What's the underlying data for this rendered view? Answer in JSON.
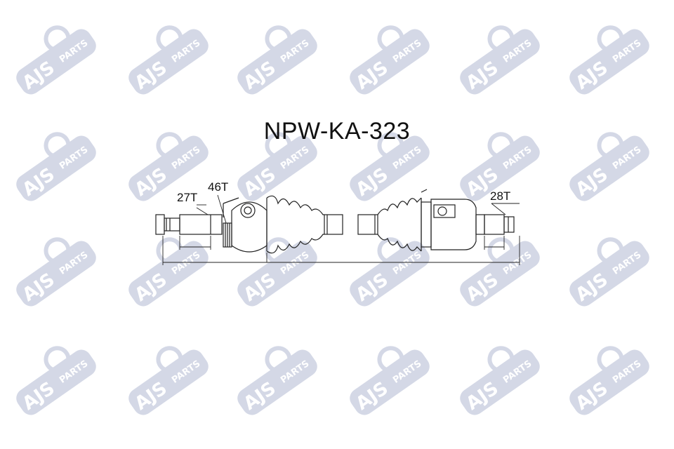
{
  "part_number": "NPW-KA-323",
  "spline_labels": {
    "outer_shaft": "27T",
    "abs_ring": "46T",
    "inner_shaft": "28T"
  },
  "watermark": {
    "text_main": "AJS",
    "text_sub": "PARTS",
    "color": "#aab3cf"
  },
  "colors": {
    "line": "#222222",
    "background": "#ffffff"
  }
}
